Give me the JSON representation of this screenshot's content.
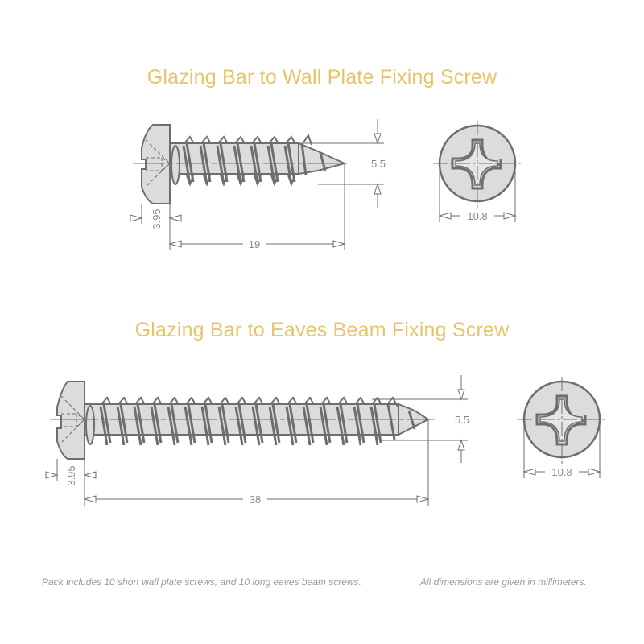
{
  "diagrams": [
    {
      "title": "Glazing Bar to Wall Plate Fixing Screw",
      "dimensions": {
        "thread_diameter": "5.5",
        "head_height": "3.95",
        "length": "19",
        "head_diameter": "10.8"
      }
    },
    {
      "title": "Glazing Bar to Eaves Beam Fixing Screw",
      "dimensions": {
        "thread_diameter": "5.5",
        "head_height": "3.95",
        "length": "38",
        "head_diameter": "10.8"
      }
    }
  ],
  "footer": {
    "pack_note": "Pack includes 10 short wall plate screws, and 10 long eaves beam screws.",
    "units_note": "All dimensions are given in millimeters."
  },
  "colors": {
    "title": "#e8c469",
    "line": "#6e6e6e",
    "fill": "#dcdcdc",
    "dimension_text": "#8a8a8a"
  }
}
